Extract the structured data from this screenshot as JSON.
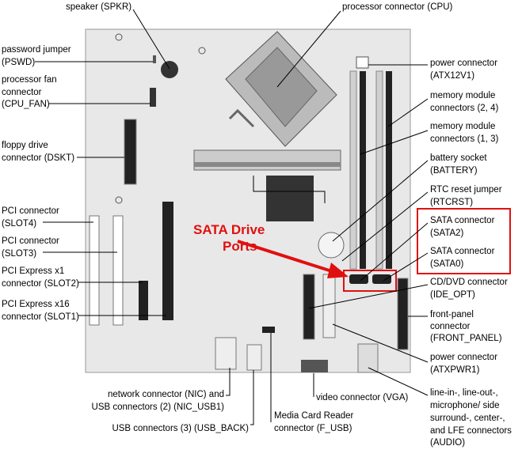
{
  "callout": {
    "line1": "SATA Drive",
    "line2": "Ports"
  },
  "labels": {
    "spkr": "speaker (SPKR)",
    "cpu": "processor connector (CPU)",
    "pswd": [
      "password jumper",
      "(PSWD)"
    ],
    "cpu_fan": [
      "processor fan",
      "connector",
      "(CPU_FAN)"
    ],
    "dskt": [
      "floppy drive",
      "connector (DSKT)"
    ],
    "slot4": [
      "PCI connector",
      "(SLOT4)"
    ],
    "slot3": [
      "PCI connector",
      "(SLOT3)"
    ],
    "slot2": [
      "PCI Express x1",
      "connector (SLOT2)"
    ],
    "slot1": [
      "PCI Express x16",
      "connector (SLOT1)"
    ],
    "atx12v": [
      "power connector",
      "(ATX12V1)"
    ],
    "mem24": [
      "memory module",
      "connectors (2, 4)"
    ],
    "mem13": [
      "memory module",
      "connectors (1, 3)"
    ],
    "battery": [
      "battery socket",
      "(BATTERY)"
    ],
    "rtc": [
      "RTC reset jumper",
      "(RTCRST)"
    ],
    "sata2": [
      "SATA connector",
      "(SATA2)"
    ],
    "sata0": [
      "SATA connector",
      "(SATA0)"
    ],
    "ide": [
      "CD/DVD connector",
      "(IDE_OPT)"
    ],
    "front": [
      "front-panel",
      "connector",
      "(FRONT_PANEL)"
    ],
    "atxpwr": [
      "power connector",
      "(ATXPWR1)"
    ],
    "audio": [
      "line-in-, line-out-,",
      "microphone/ side",
      "surround-, center-,",
      "and LFE connectors",
      "(AUDIO)"
    ],
    "nic": [
      "network connector (NIC) and",
      "USB connectors (2) (NIC_USB1)"
    ],
    "usb": "USB connectors (3) (USB_BACK)",
    "fusb": [
      "Media Card Reader",
      "connector (F_USB)"
    ],
    "vga": "video connector (VGA)"
  },
  "colors": {
    "highlight": "#e01010",
    "board": "#e8e8e8"
  }
}
